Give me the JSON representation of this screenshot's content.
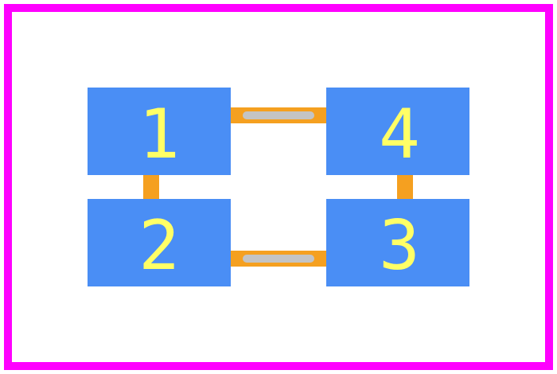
{
  "colors": {
    "outline": "#ff00ff",
    "pad": "#4a8ef5",
    "pad_label": "#ffff66",
    "connector": "#f5a020",
    "connector_inner": "#c4c4c4",
    "background": "#ffffff"
  },
  "pads": [
    {
      "id": "pad-1",
      "label": "1"
    },
    {
      "id": "pad-2",
      "label": "2"
    },
    {
      "id": "pad-3",
      "label": "3"
    },
    {
      "id": "pad-4",
      "label": "4"
    }
  ]
}
